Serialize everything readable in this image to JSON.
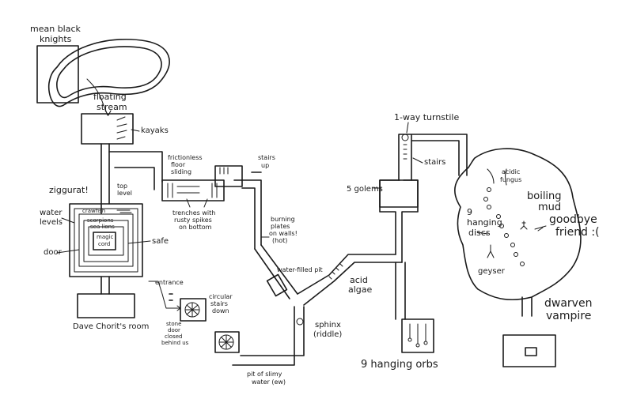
{
  "labels": {
    "mean_black_knights": [
      "mean black",
      "knights"
    ],
    "floating_stream": [
      "floating",
      "stream"
    ],
    "kayaks": "kayaks",
    "ziggurat": "ziggurat!",
    "top_level": [
      "top",
      "level"
    ],
    "water_levels": [
      "water",
      "levels"
    ],
    "crawfish": "crawfish",
    "scorpions": "scorpions",
    "sea_lions": "sea lions",
    "magic_cord": [
      "magic",
      "cord"
    ],
    "door": "door",
    "safe": "safe",
    "dave_room": "Dave Chorit's room",
    "frictionless_floor": [
      "frictionless",
      "floor",
      "sliding"
    ],
    "trenches": [
      "trenches with",
      "rusty spikes",
      "on bottom"
    ],
    "stairs_up": [
      "stairs",
      "up"
    ],
    "burning_plates": [
      "burning",
      "plates",
      "on walls!",
      "(hot)"
    ],
    "water_filled_pit": "water-filled pit",
    "acid_algae": [
      "acid",
      "algae"
    ],
    "sphinx": [
      "sphinx",
      "(riddle)"
    ],
    "pit_slimy_water": [
      "pit of slimy",
      "water (ew)"
    ],
    "entrance": "entrance",
    "stone_door": [
      "stone",
      "door",
      "closed",
      "behind us"
    ],
    "circular_stairs": [
      "circular",
      "stairs",
      "down"
    ],
    "one_way_turnstile": "1-way turnstile",
    "stairs": "stairs",
    "golems": "5 golems",
    "nine_hanging_orbs": "9 hanging orbs",
    "acidic_fungus": [
      "acidic",
      "fungus"
    ],
    "boiling_mud": [
      "boiling",
      "mud"
    ],
    "nine_hanging_discs": [
      "9",
      "hanging",
      "discs"
    ],
    "goodbye_friend": [
      "goodbye",
      "friend :("
    ],
    "geyser": "geyser",
    "dwarven_vampire": [
      "dwarven",
      "vampire"
    ]
  },
  "colors": {
    "ink": "#1a1a1a",
    "paper": "#ffffff"
  }
}
